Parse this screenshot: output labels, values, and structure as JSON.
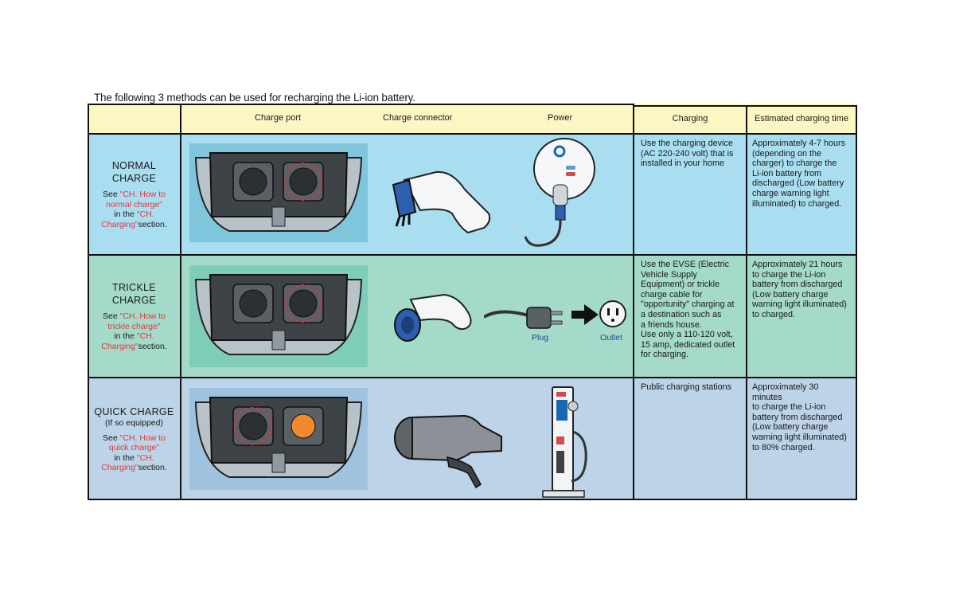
{
  "intro": "The following 3 methods can be used for recharging the Li-ion battery.",
  "headers": {
    "charge_port": "Charge port",
    "charge_connector": "Charge connector",
    "power": "Power",
    "charging": "Charging",
    "estimated_time": "Estimated charging time"
  },
  "rows": [
    {
      "name_line1": "NORMAL",
      "name_line2": "CHARGE",
      "sub": "",
      "see": "See ",
      "ref_red1": "\"CH. How to",
      "ref_red2": "normal charge\"",
      "in_the": "in the ",
      "ref_red3": "\"CH.",
      "ref_red4": "Charging\"",
      "section": "section.",
      "charging_lines": [
        "Use the charging device",
        "(AC 220-240 volt) that is",
        "installed in your home"
      ],
      "time_lines": [
        "Approximately 4-7 hours",
        "(depending on the",
        "charger) to charge the",
        "Li-ion battery from",
        "discharged (Low battery",
        "charge warning light",
        "illuminated) to charged."
      ]
    },
    {
      "name_line1": "TRICKLE",
      "name_line2": "CHARGE",
      "sub": "",
      "see": "See ",
      "ref_red1": "\"CH. How to",
      "ref_red2": "trickle charge\"",
      "in_the": "in the ",
      "ref_red3": "\"CH.",
      "ref_red4": "Charging\"",
      "section": "section.",
      "charging_lines": [
        "Use the EVSE (Electric",
        "Vehicle Supply",
        "Equipment) or trickle",
        "charge cable for",
        "\"opportunity\" charging at",
        "a destination such as",
        "a friends house.",
        "Use only a 110-120 volt,",
        "15 amp, dedicated outlet",
        "for charging."
      ],
      "time_lines": [
        "Approximately 21 hours",
        "to charge the Li-ion",
        "battery from discharged",
        "(Low battery charge",
        "warning light illuminated)",
        "to charged."
      ],
      "plug_label": "Plug",
      "outlet_label": "Outlet"
    },
    {
      "name_line1": "QUICK CHARGE",
      "name_line2": "",
      "sub": "(If so equipped)",
      "see": "See ",
      "ref_red1": "\"CH. How to",
      "ref_red2": "quick charge\"",
      "in_the": "in the ",
      "ref_red3": "\"CH.",
      "ref_red4": "Charging\"",
      "section": "section.",
      "charging_lines": [
        "Public charging stations"
      ],
      "time_lines": [
        "Approximately 30 minutes",
        "to charge the Li-ion",
        "battery from discharged",
        "(Low battery charge",
        "warning light illuminated)",
        "to 80% charged."
      ]
    }
  ],
  "colors": {
    "header": "#fbf6c2",
    "row_normal": "#a9ddf0",
    "row_trickle": "#a3dac9",
    "row_quick": "#bcd3e8",
    "reference_red": "#e5383b"
  },
  "icons": [
    "charge-port-icon",
    "charge-connector-icon",
    "wall-charger-icon",
    "plug-icon",
    "arrow-right-icon",
    "outlet-icon",
    "quick-connector-icon",
    "charging-station-icon"
  ]
}
